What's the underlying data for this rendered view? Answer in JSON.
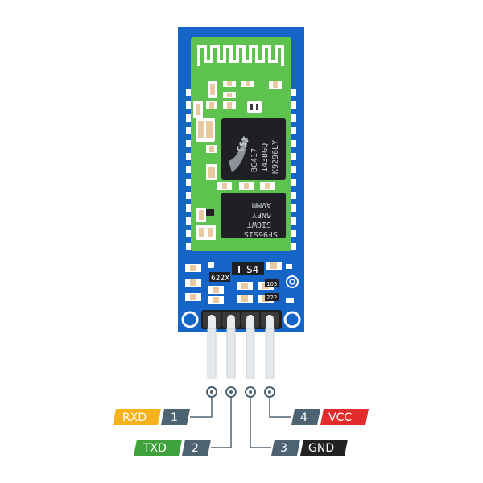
{
  "board": {
    "chip_main_brand": "CST",
    "chip_main_lines": [
      "BC417",
      "143BGQ",
      "K9296LY"
    ],
    "chip_flash_lines": [
      "AVMM",
      "6NEY",
      "SIGWT",
      "SF96SIS"
    ],
    "label_s4": "S4",
    "label_622x": "622X",
    "label_103": "103",
    "label_222": "222"
  },
  "pins": [
    {
      "number": "1",
      "name": "RXD",
      "color": "#f5b21a"
    },
    {
      "number": "2",
      "name": "TXD",
      "color": "#3fa13c"
    },
    {
      "number": "3",
      "name": "GND",
      "color": "#222222"
    },
    {
      "number": "4",
      "name": "VCC",
      "color": "#e22b2b"
    }
  ],
  "colors": {
    "board_blue": "#1564c8",
    "module_green": "#5ec24f",
    "pin_number_bg": "#4e6371",
    "pcb_pad": "#ffffff"
  }
}
